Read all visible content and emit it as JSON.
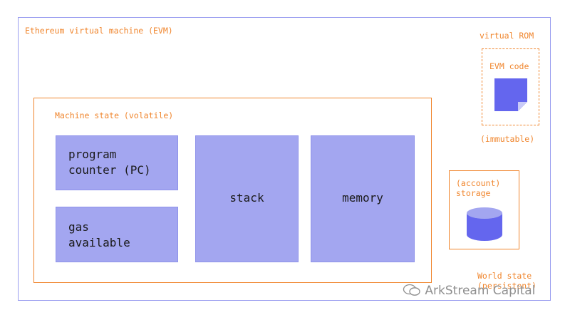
{
  "evm_label": "Ethereum virtual machine (EVM)",
  "machine_state": {
    "label": "Machine state (volatile)",
    "program_counter": "program\ncounter (PC)",
    "gas": "gas\navailable",
    "stack": "stack",
    "memory": "memory"
  },
  "rom": {
    "label": "virtual ROM",
    "code_label": "EVM code",
    "immutable": "(immutable)"
  },
  "storage": {
    "label": "(account)\nstorage"
  },
  "world_state": "World state\n(persistent)",
  "watermark": "ArkStream Capital",
  "colors": {
    "orange": "#f0862e",
    "purple_fill": "#a3a6f0",
    "code_blue": "#6466ee",
    "outline": "#9a9ef0"
  }
}
